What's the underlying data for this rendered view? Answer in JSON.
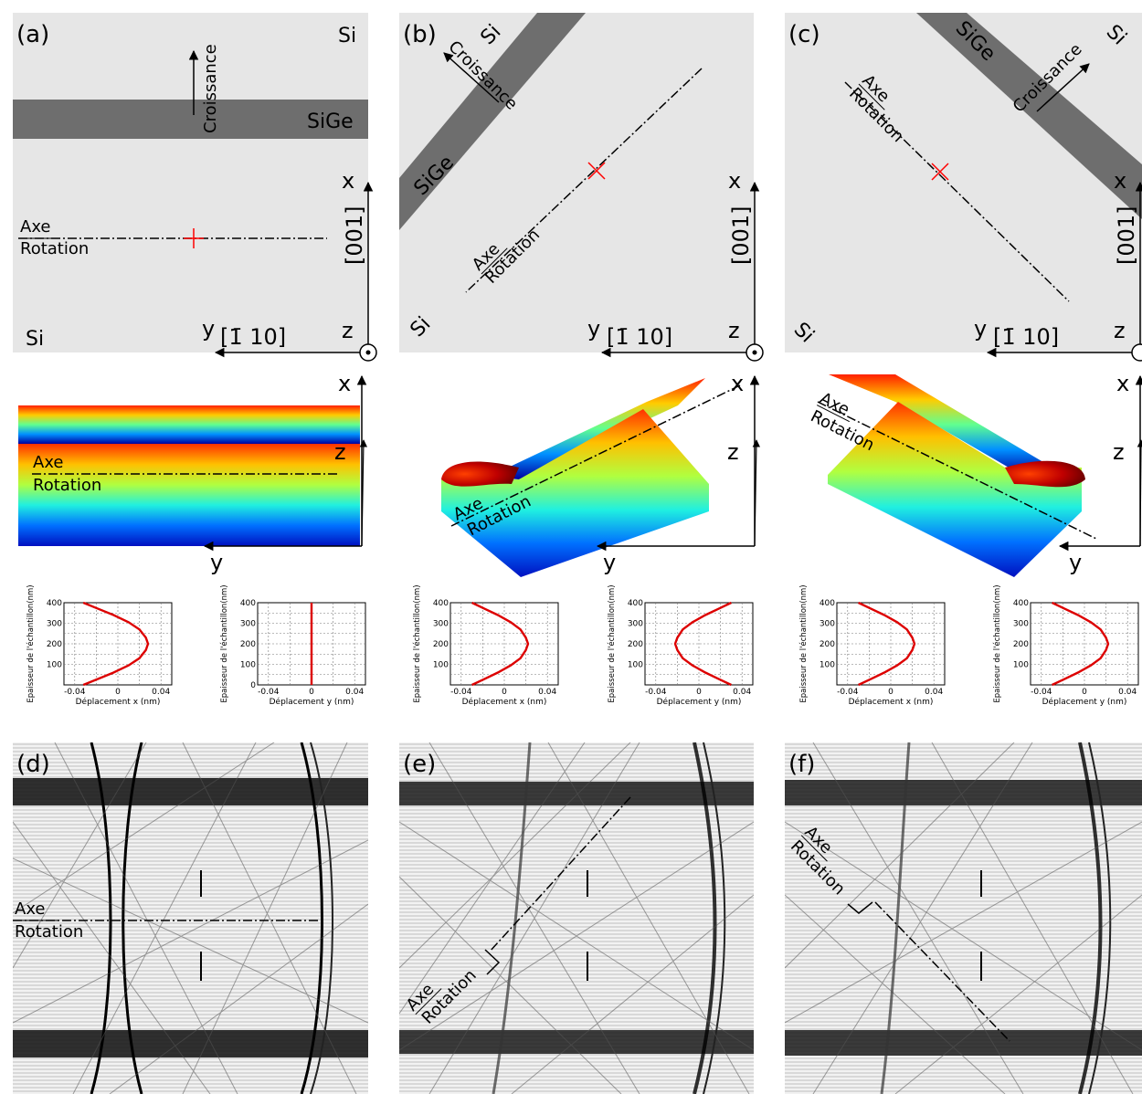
{
  "panels": {
    "a": {
      "letter": "(a)"
    },
    "b": {
      "letter": "(b)"
    },
    "c": {
      "letter": "(c)"
    },
    "d": {
      "letter": "(d)"
    },
    "e": {
      "letter": "(e)"
    },
    "f": {
      "letter": "(f)"
    }
  },
  "labels": {
    "si": "Si",
    "sige": "SiGe",
    "croissance": "Croissance",
    "axe": "Axe",
    "rotation": "Rotation",
    "x": "x",
    "y": "y",
    "z": "z",
    "dir_001": "[001]",
    "dir_110": "[1̄ 10]"
  },
  "colors": {
    "panel_bg": "#e6e6e6",
    "sige_band": "#6e6e6e",
    "rotation_center": "#ff0000",
    "profile_curve": "#dd0000"
  },
  "chart_data": [
    {
      "type": "line",
      "panel": "a",
      "xlabel": "Déplacement x (nm)",
      "ylabel": "Epaisseur de l'échantillon(nm)",
      "xticks": [
        "-0.04",
        "0",
        "0.04"
      ],
      "yticks": [
        "100",
        "200",
        "300",
        "400"
      ],
      "xlim": [
        -0.05,
        0.05
      ],
      "ylim": [
        0,
        400
      ],
      "grid": true,
      "series": [
        {
          "x": [
            -0.032,
            -0.018,
            -0.004,
            0.01,
            0.02,
            0.026,
            0.028,
            0.026,
            0.02,
            0.01,
            -0.004,
            -0.018,
            -0.032
          ],
          "y": [
            0,
            30,
            60,
            95,
            130,
            170,
            200,
            230,
            270,
            305,
            340,
            370,
            400
          ]
        }
      ]
    },
    {
      "type": "line",
      "panel": "a",
      "xlabel": "Déplacement y (nm)",
      "ylabel": "Epaisseur de l'échantillon(nm)",
      "xticks": [
        "-0.04",
        "0",
        "0.04"
      ],
      "yticks": [
        "0",
        "100",
        "200",
        "300",
        "400"
      ],
      "xlim": [
        -0.05,
        0.05
      ],
      "ylim": [
        0,
        400
      ],
      "grid": true,
      "series": [
        {
          "x": [
            0,
            0
          ],
          "y": [
            0,
            400
          ]
        }
      ]
    },
    {
      "type": "line",
      "panel": "b",
      "xlabel": "Déplacement x (nm)",
      "ylabel": "Epaisseur de l'échantillon(nm)",
      "xticks": [
        "-0.04",
        "0",
        "0.04"
      ],
      "yticks": [
        "100",
        "200",
        "300",
        "400"
      ],
      "xlim": [
        -0.05,
        0.05
      ],
      "ylim": [
        0,
        400
      ],
      "grid": true,
      "series": [
        {
          "x": [
            -0.03,
            -0.018,
            -0.006,
            0.006,
            0.015,
            0.02,
            0.022,
            0.02,
            0.015,
            0.006,
            -0.006,
            -0.018,
            -0.03
          ],
          "y": [
            0,
            30,
            60,
            95,
            130,
            170,
            200,
            230,
            270,
            305,
            340,
            370,
            400
          ]
        }
      ]
    },
    {
      "type": "line",
      "panel": "b",
      "xlabel": "Déplacement y (nm)",
      "ylabel": "Epaisseur de l'échantillon(nm)",
      "xticks": [
        "-0.04",
        "0",
        "0.04"
      ],
      "yticks": [
        "100",
        "200",
        "300",
        "400"
      ],
      "xlim": [
        -0.05,
        0.05
      ],
      "ylim": [
        0,
        400
      ],
      "grid": true,
      "series": [
        {
          "x": [
            0.03,
            0.018,
            0.006,
            -0.006,
            -0.015,
            -0.02,
            -0.022,
            -0.02,
            -0.015,
            -0.006,
            0.006,
            0.018,
            0.03
          ],
          "y": [
            0,
            30,
            60,
            95,
            130,
            170,
            200,
            230,
            270,
            305,
            340,
            370,
            400
          ]
        }
      ]
    },
    {
      "type": "line",
      "panel": "c",
      "xlabel": "Déplacement x (nm)",
      "ylabel": "Epaisseur de l'échantillon(nm)",
      "xticks": [
        "-0.04",
        "0",
        "0.04"
      ],
      "yticks": [
        "100",
        "200",
        "300",
        "400"
      ],
      "xlim": [
        -0.05,
        0.05
      ],
      "ylim": [
        0,
        400
      ],
      "grid": true,
      "series": [
        {
          "x": [
            -0.03,
            -0.018,
            -0.006,
            0.006,
            0.015,
            0.02,
            0.022,
            0.02,
            0.015,
            0.006,
            -0.006,
            -0.018,
            -0.03
          ],
          "y": [
            0,
            30,
            60,
            95,
            130,
            170,
            200,
            230,
            270,
            305,
            340,
            370,
            400
          ]
        }
      ]
    },
    {
      "type": "line",
      "panel": "c",
      "xlabel": "Déplacement y (nm)",
      "ylabel": "Epaisseur de l'échantillon(nm)",
      "xticks": [
        "-0.04",
        "0",
        "0.04"
      ],
      "yticks": [
        "100",
        "200",
        "300",
        "400"
      ],
      "xlim": [
        -0.05,
        0.05
      ],
      "ylim": [
        0,
        400
      ],
      "grid": true,
      "series": [
        {
          "x": [
            -0.03,
            -0.018,
            -0.006,
            0.006,
            0.015,
            0.02,
            0.022,
            0.02,
            0.015,
            0.006,
            -0.006,
            -0.018,
            -0.03
          ],
          "y": [
            0,
            30,
            60,
            95,
            130,
            170,
            200,
            230,
            270,
            305,
            340,
            370,
            400
          ]
        }
      ]
    }
  ]
}
